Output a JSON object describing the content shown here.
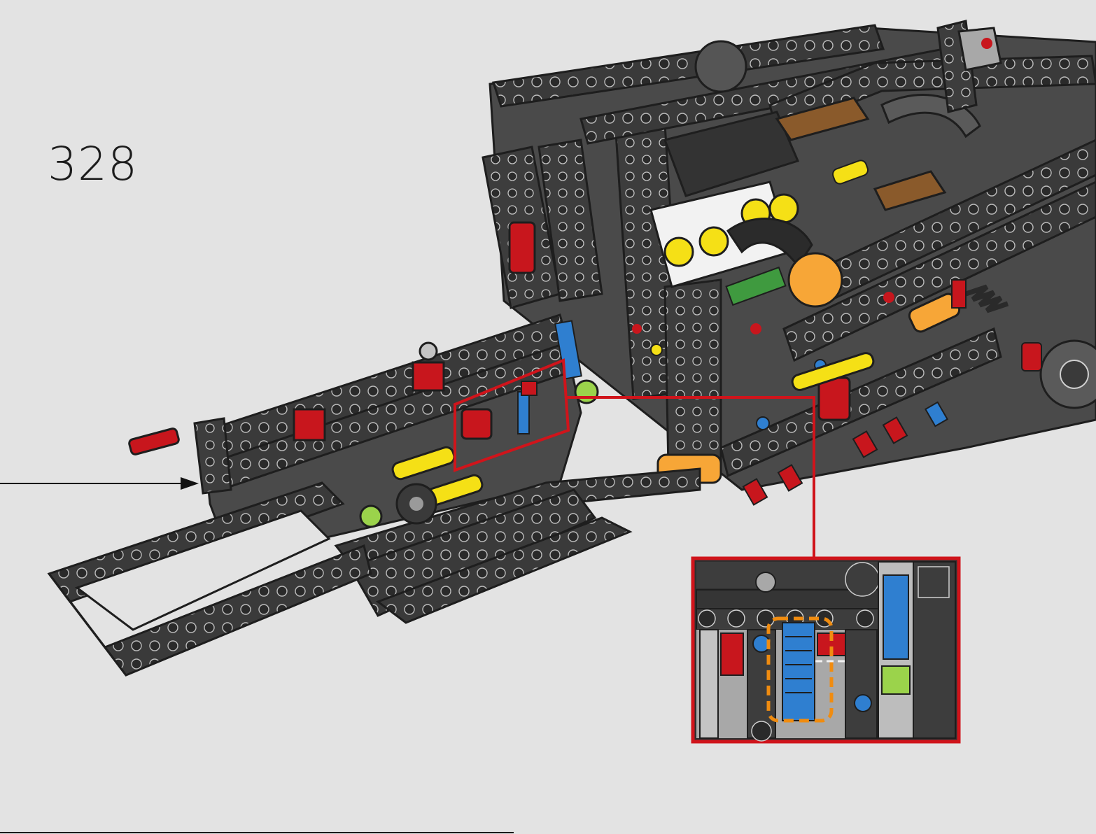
{
  "step": {
    "number": "328"
  },
  "colors": {
    "background": "#e3e3e3",
    "beam_dark": "#3a3a3a",
    "beam_outline": "#1e1e1e",
    "light_gray": "#a8a8a8",
    "red": "#c8161d",
    "yellow": "#f5e016",
    "orange": "#f7a637",
    "blue": "#2f7fd0",
    "lime": "#9bd34b",
    "brown": "#8a5a2b",
    "callout_border": "#d0141b",
    "highlight_dash": "#f08c10"
  },
  "icons": {
    "insert_arrow": "arrow-right-icon",
    "callout": "magnify-callout",
    "highlight": "dashed-highlight-box"
  }
}
